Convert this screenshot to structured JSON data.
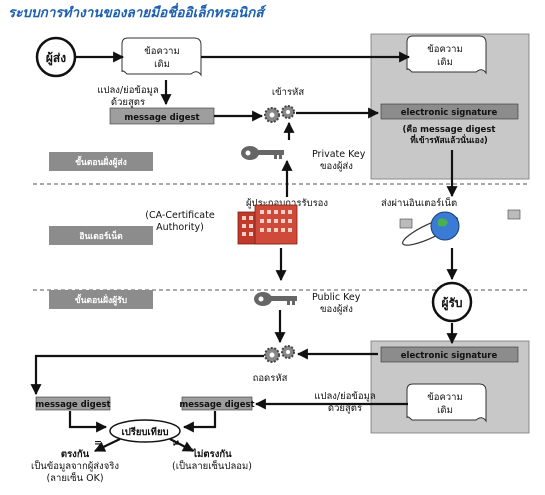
{
  "title": "ระบบการทำงานของลายมือชื่ออิเล็กทรอนิกส์",
  "sender": "ผู้ส่ง",
  "receiver": "ผู้รับ",
  "original_doc": "ข้อความ\nเดิม",
  "hash_step": "แปลง/ย่อข้อมูล\nด้วยสูตร",
  "message_digest": "message digest",
  "encrypt": "เข้ารหัส",
  "decrypt": "ถอดรหัส",
  "electronic_signature": "electronic signature",
  "signature_note": "(คือ message digest\nที่เข้ารหัสแล้วนั่นเอง)",
  "private_key": "Private Key\nของผู้ส่ง",
  "public_key": "Public Key\nของผู้ส่ง",
  "ca": "ผู้ประกอบการรับรอง",
  "ca_full": "(CA-Certificate\nAuthority)",
  "send_internet": "ส่งผ่านอินเตอร์เน็ต",
  "stage_sender": "ขั้นตอนฝั่งผู้ส่ง",
  "stage_internet": "อินเตอร์เน็ต",
  "stage_receiver": "ขั้นตอนฝั่งผู้รับ",
  "compare": "เปรียบเทียบ",
  "equal_sign": "=",
  "not_equal_sign": "≠",
  "match_title": "ตรงกัน",
  "match_desc": "เป็นข้อมูลจากผู้ส่งจริง\n(ลายเซ็น OK)",
  "nomatch_title": "ไม่ตรงกัน",
  "nomatch_desc": "(เป็นลายเซ็นปลอม)",
  "colors": {
    "title": "#1d5fb0",
    "shaded_panel": "#c8c8c8",
    "label_box": "#8c8c8c",
    "digest_box": "#9e9e9e",
    "building": "#c0392b"
  }
}
